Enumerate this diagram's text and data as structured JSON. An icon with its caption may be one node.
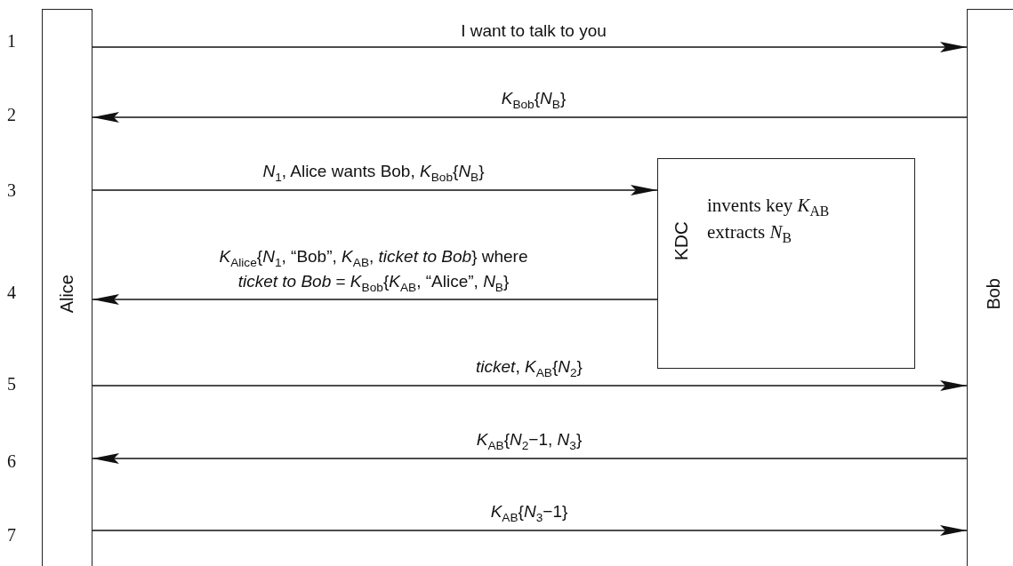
{
  "diagram": {
    "nodes": [
      {
        "text": [
          "Alice"
        ]
      },
      {
        "text": [
          "Bob"
        ]
      },
      {
        "text": [
          "KDC",
          "invents key *K*$_{AB}$",
          "extracts *N*$_{B}$"
        ]
      }
    ],
    "edges": [
      {
        "from": 0,
        "to": 1,
        "arrow": "to",
        "label": "I want to talk to you"
      },
      {
        "from": 1,
        "to": 0,
        "arrow": "to",
        "label": "*K*$_{Bob}${*N*$_{B}$}"
      },
      {
        "from": 0,
        "to": 2,
        "arrow": "to",
        "label": "*N*$_{1}$, Alice wants Bob, *K*$_{Bob}${*N*$_{B}$}"
      },
      {
        "from": 2,
        "to": 0,
        "arrow": "to",
        "label": "*K*$_{Alice}${*N*$_{1}$, “Bob”, *K*$_{AB}$, *ticket to Bob*} where *ticket to Bob* = *K*$_{Bob}${*K*$_{AB}$, “Alice”, *N*$_{B}$}"
      },
      {
        "from": 0,
        "to": 1,
        "arrow": "to",
        "label": "*ticket*, *K*$_{AB}${*N*$_{2}$}"
      },
      {
        "from": 1,
        "to": 0,
        "arrow": "to",
        "label": "*K*$_{AB}${*N*$_{2}$−1, *N*$_{3}$}"
      },
      {
        "from": 0,
        "to": 1,
        "arrow": "to",
        "label": "*K*$_{AB}${*N*$_{3}$−1}"
      }
    ],
    "labels": [
      "1",
      "2",
      "3",
      "4",
      "5",
      "6",
      "7"
    ]
  }
}
